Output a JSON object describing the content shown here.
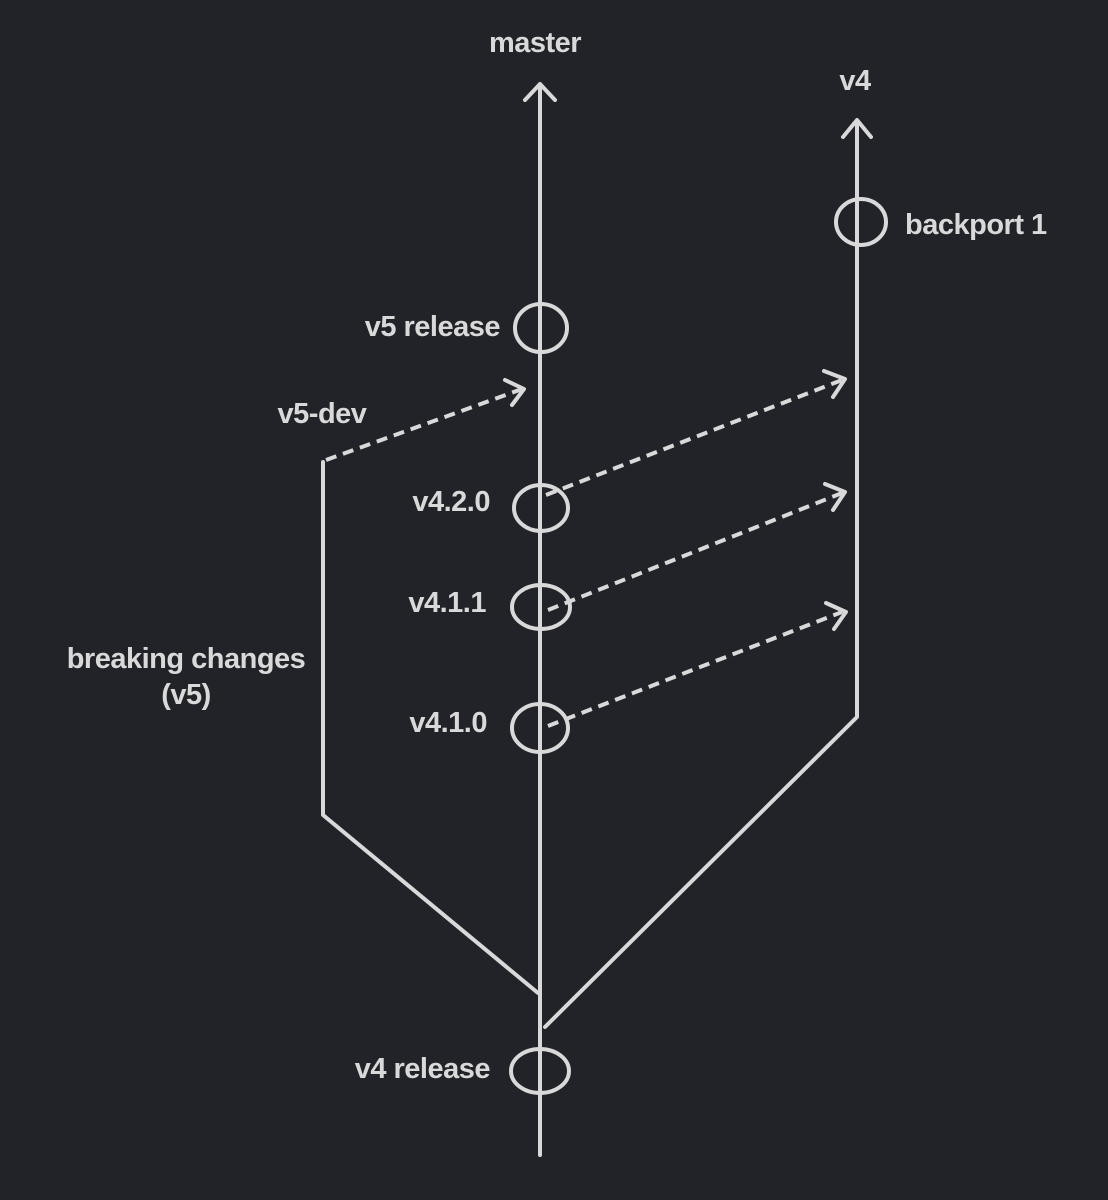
{
  "diagram": {
    "branches": {
      "master": "master",
      "v4": "v4",
      "dev": "v5-dev"
    },
    "commits": {
      "v4_release": "v4 release",
      "v4_1_0": "v4.1.0",
      "v4_1_1": "v4.1.1",
      "v4_2_0": "v4.2.0",
      "v5_release": "v5 release",
      "backport_1": "backport 1"
    },
    "annotations": {
      "breaking_changes_line1": "breaking changes",
      "breaking_changes_line2": "(v5)"
    },
    "colors": {
      "background": "#212328",
      "stroke": "#d9d9d9"
    }
  }
}
